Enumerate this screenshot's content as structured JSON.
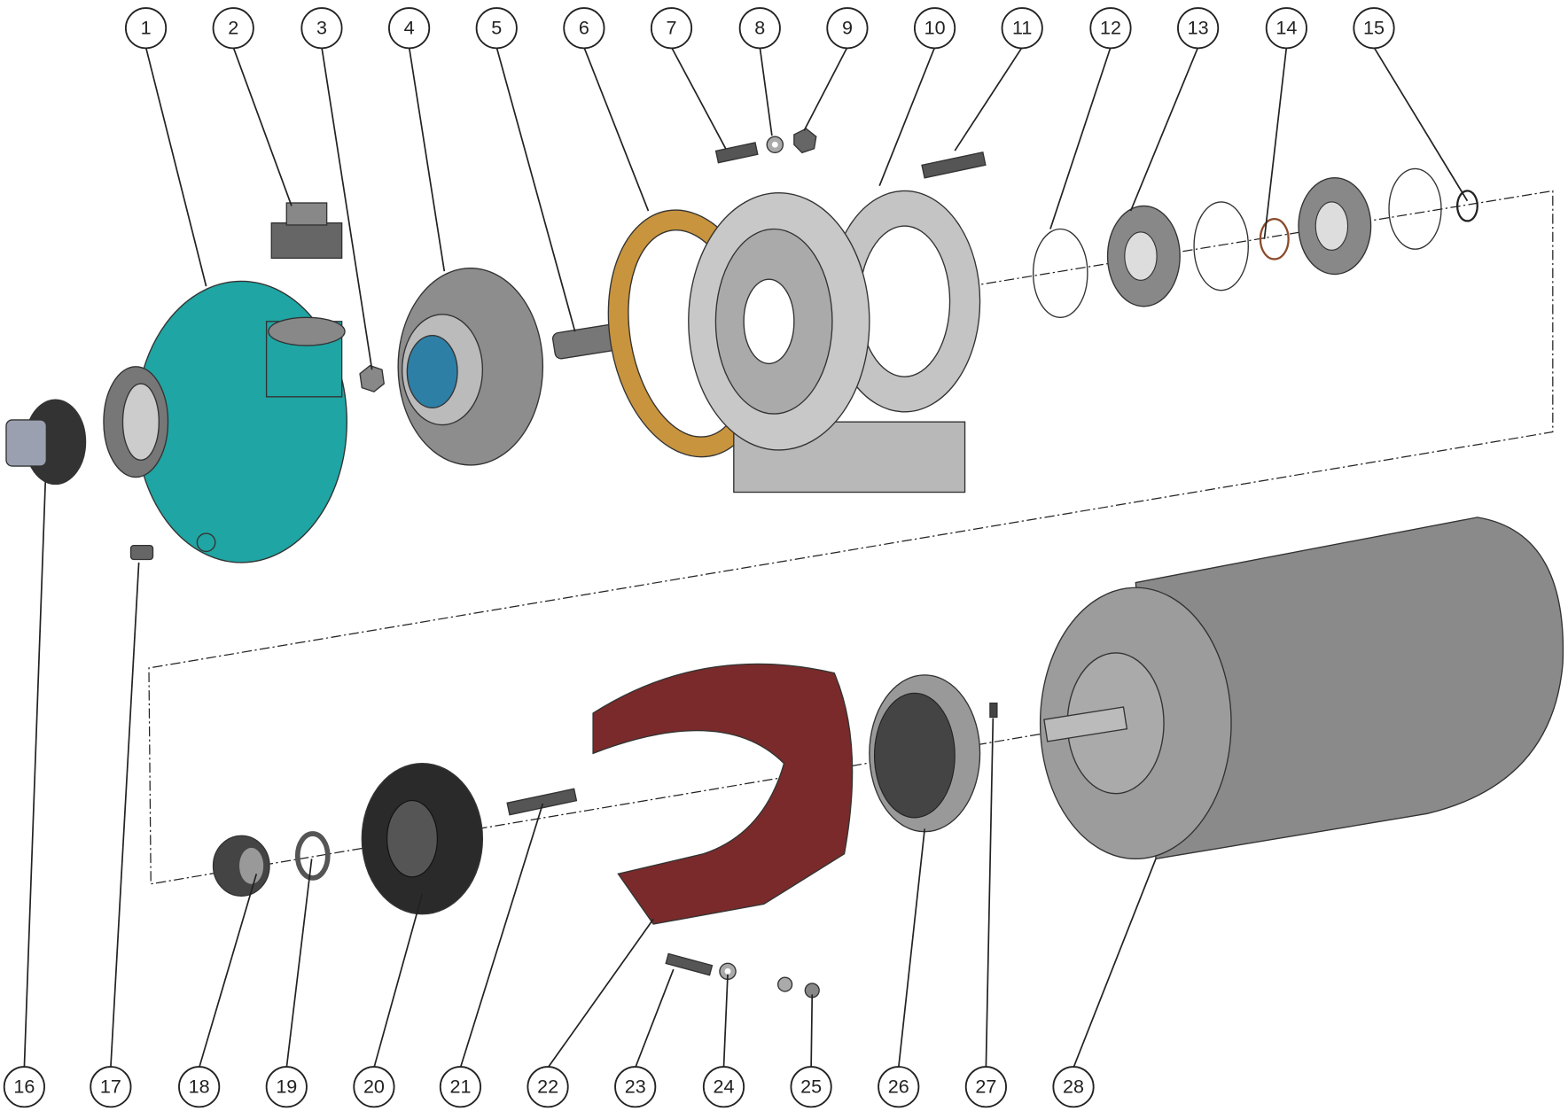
{
  "diagram": {
    "callouts": [
      "1",
      "2",
      "3",
      "4",
      "5",
      "6",
      "7",
      "8",
      "9",
      "10",
      "11",
      "12",
      "13",
      "14",
      "15",
      "16",
      "17",
      "18",
      "19",
      "20",
      "21",
      "22",
      "23",
      "24",
      "25",
      "26",
      "27",
      "28"
    ]
  },
  "colors": {
    "volute": "#1fa5a3",
    "gasket": "#c8943e",
    "guard": "#7a2a2a",
    "metal": "#a9a9a9",
    "motor": "#8a8a8a",
    "ring": "#b5a23a"
  }
}
